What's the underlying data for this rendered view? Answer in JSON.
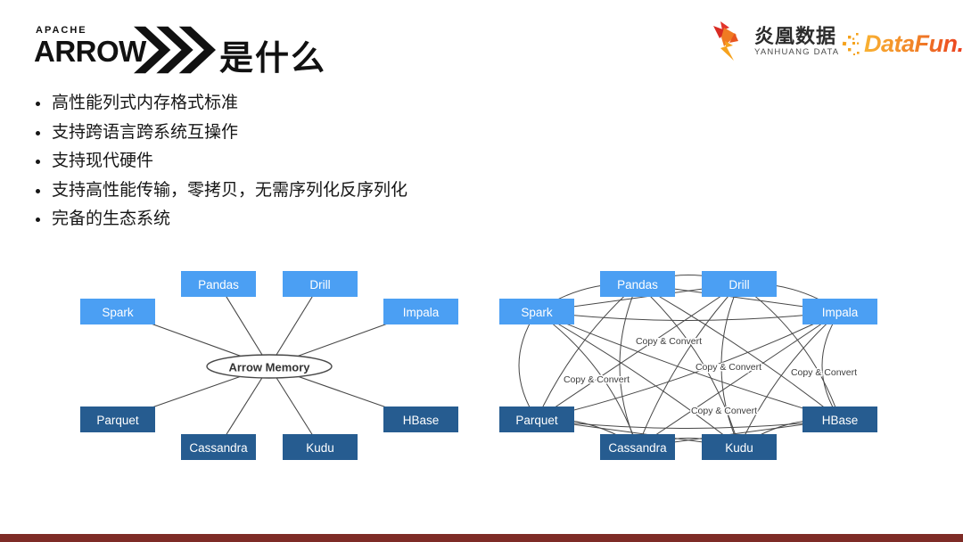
{
  "header": {
    "logo": {
      "apache": "APACHE",
      "arrow": "ARROW"
    },
    "title": "是什么",
    "yanhuang": {
      "name": "炎凰数据",
      "sub": "YANHUANG DATA"
    },
    "datafun": {
      "name": "DataFun."
    }
  },
  "bullets": [
    "高性能列式内存格式标准",
    "支持跨语言跨系统互操作",
    "支持现代硬件",
    "支持高性能传输，零拷贝，无需序列化反序列化",
    "完备的生态系统"
  ],
  "diagrams": {
    "nodes": [
      {
        "label": "Spark",
        "tone": "light"
      },
      {
        "label": "Pandas",
        "tone": "light"
      },
      {
        "label": "Drill",
        "tone": "light"
      },
      {
        "label": "Impala",
        "tone": "light"
      },
      {
        "label": "Parquet",
        "tone": "dark"
      },
      {
        "label": "Cassandra",
        "tone": "dark"
      },
      {
        "label": "Kudu",
        "tone": "dark"
      },
      {
        "label": "HBase",
        "tone": "dark"
      }
    ],
    "center_label": "Arrow Memory",
    "edge_label": "Copy & Convert",
    "edge_label_count": 5,
    "colors": {
      "light_node": "#4B9FF3",
      "dark_node": "#265C90",
      "line": "#474747",
      "node_text": "#FFFFFF",
      "edge_label_text": "#3D3D3D"
    }
  },
  "footer": {
    "bar_color": "#7E2B26"
  }
}
